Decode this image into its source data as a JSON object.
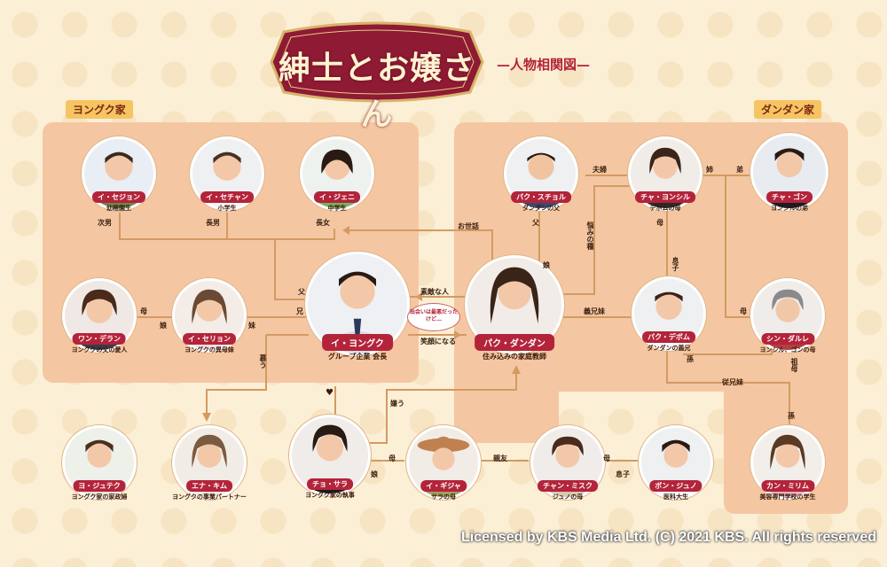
{
  "title": {
    "main": "紳士とお嬢さん",
    "subtitle": "—人物相関図—"
  },
  "families": {
    "left": "ヨングク家",
    "right": "ダンダン家"
  },
  "people": {
    "sejun": {
      "name": "イ・セジョン",
      "role": "幼稚園生"
    },
    "sechan": {
      "name": "イ・セチャン",
      "role": "小学生"
    },
    "jeni": {
      "name": "イ・ジェニ",
      "role": "中学生"
    },
    "wang": {
      "name": "ワン・デラン",
      "role": "ヨングクの父の愛人"
    },
    "seryon": {
      "name": "イ・セリョン",
      "role": "ヨングクの異母妹"
    },
    "yongguk": {
      "name": "イ・ヨングク",
      "role": "グループ企業 会長"
    },
    "danpark": {
      "name": "パク・ダンダン",
      "role": "住み込みの家庭教師"
    },
    "sucheol": {
      "name": "パク・スチョル",
      "role": "ダンダンの父"
    },
    "yonsil": {
      "name": "チャ・ヨンシル",
      "role": "デボムの母"
    },
    "gon": {
      "name": "チャ・ゴン",
      "role": "ヨンシルの弟"
    },
    "debom": {
      "name": "パク・デボム",
      "role": "ダンダンの義兄"
    },
    "darle": {
      "name": "シン・ダルレ",
      "role": "ヨンシル、ゴンの母"
    },
    "mirim": {
      "name": "カン・ミリム",
      "role": "美容専門学校の学生"
    },
    "jute": {
      "name": "ヨ・ジュテク",
      "role": "ヨングク家の家政婦"
    },
    "ena": {
      "name": "エナ・キム",
      "role": "ヨングクの事業パートナー"
    },
    "sara": {
      "name": "チョ・サラ",
      "role": "ヨングク家の執事"
    },
    "gija": {
      "name": "イ・ギジャ",
      "role": "サラの母"
    },
    "misuk": {
      "name": "チャン・ミスク",
      "role": "ジュノの母"
    },
    "juno": {
      "name": "ボン・ジュノ",
      "role": "医科大生"
    }
  },
  "relations": {
    "jinan": "次男",
    "chonan": "長男",
    "chojo": "長女",
    "chichi": "父",
    "ani": "兄",
    "imoto": "妹",
    "musume1": "娘",
    "haha1": "母",
    "shitau": "慕う",
    "sutekina": "素敵な人",
    "egao": "笑顔になる",
    "deai": "出会いは最悪だったけど…",
    "osewa": "お世話",
    "fuufu": "夫婦",
    "dad2": "父",
    "musume2": "娘",
    "nayami": "悩みの種",
    "gikyodai": "義兄妹",
    "ane": "姉",
    "otouto": "弟",
    "haha2": "母",
    "musuko1": "息子",
    "haha3": "母",
    "mago1": "孫",
    "sobo": "祖母",
    "jukeimai": "従兄妹",
    "mago2": "孫",
    "kirau": "嫌う",
    "heart": "♥",
    "musume3": "娘",
    "haha4": "母",
    "shinyu": "親友",
    "haha5": "母",
    "musuko2": "息子"
  },
  "copyright": "Licensed by KBS Media Ltd. (C) 2021 KBS. All rights reserved",
  "colors": {
    "accent": "#b3243a",
    "panel": "#f4c7a2",
    "line": "#d49a62",
    "background": "#fbefd6"
  }
}
